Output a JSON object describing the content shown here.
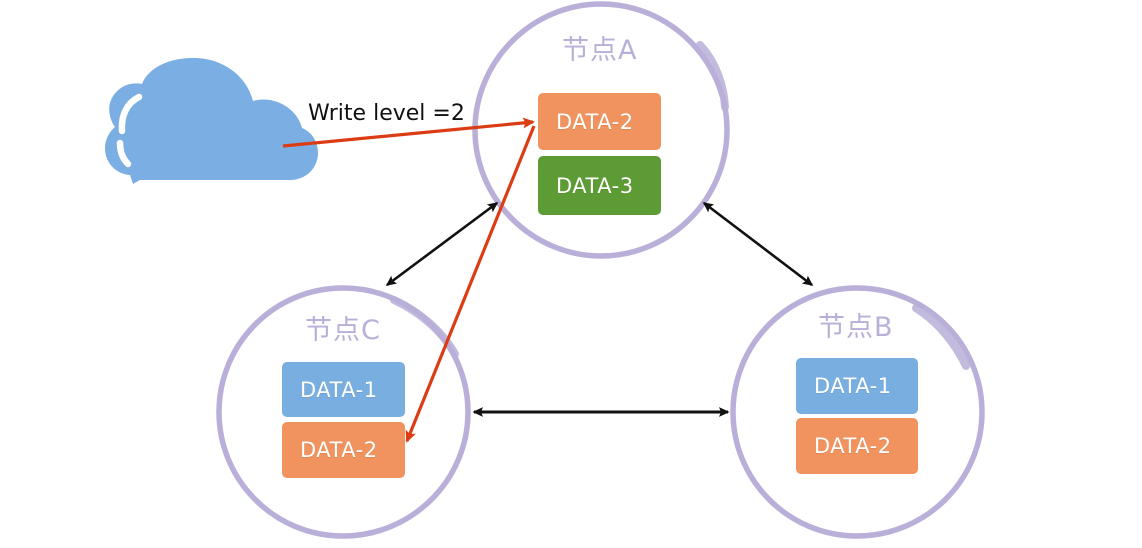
{
  "diagram": {
    "title_text": "",
    "colors": {
      "circle_stroke": "#B9AFD8",
      "node_label": "#B9AFD8",
      "cloud": "#7BAEE3",
      "data_blue": "#79AEE0",
      "data_orange": "#F0935E",
      "data_green": "#5D9B34",
      "arrow_black": "#111111",
      "arrow_red": "#DC3C14",
      "background": "#FFFFFF",
      "data_text": "#FFFFFF"
    },
    "cloud": {
      "name": "client-cloud",
      "highlight": "arc-highlight"
    },
    "edge_label": {
      "text": "Write level =2"
    },
    "nodes": [
      {
        "id": "node-a",
        "label": "节点A",
        "items": [
          {
            "label": "DATA-2",
            "color": "#F0935E"
          },
          {
            "label": "DATA-3",
            "color": "#5D9B34"
          }
        ]
      },
      {
        "id": "node-c",
        "label": "节点C",
        "items": [
          {
            "label": "DATA-1",
            "color": "#79AEE0"
          },
          {
            "label": "DATA-2",
            "color": "#F0935E"
          }
        ]
      },
      {
        "id": "node-b",
        "label": "节点B",
        "items": [
          {
            "label": "DATA-1",
            "color": "#79AEE0"
          },
          {
            "label": "DATA-2",
            "color": "#F0935E"
          }
        ]
      }
    ],
    "edges": [
      {
        "name": "edge-a-c",
        "from": "node-a",
        "to": "node-c",
        "style": "double-arrow",
        "color": "#111111"
      },
      {
        "name": "edge-a-b",
        "from": "node-a",
        "to": "node-b",
        "style": "double-arrow",
        "color": "#111111"
      },
      {
        "name": "edge-c-b",
        "from": "node-c",
        "to": "node-b",
        "style": "double-arrow",
        "color": "#111111"
      },
      {
        "name": "edge-cloud-a",
        "from": "client-cloud",
        "to": "node-a",
        "style": "arrow",
        "color": "#DC3C14"
      },
      {
        "name": "edge-a-c-write",
        "from": "node-a",
        "to": "node-c",
        "style": "arrow",
        "color": "#DC3C14"
      }
    ]
  }
}
